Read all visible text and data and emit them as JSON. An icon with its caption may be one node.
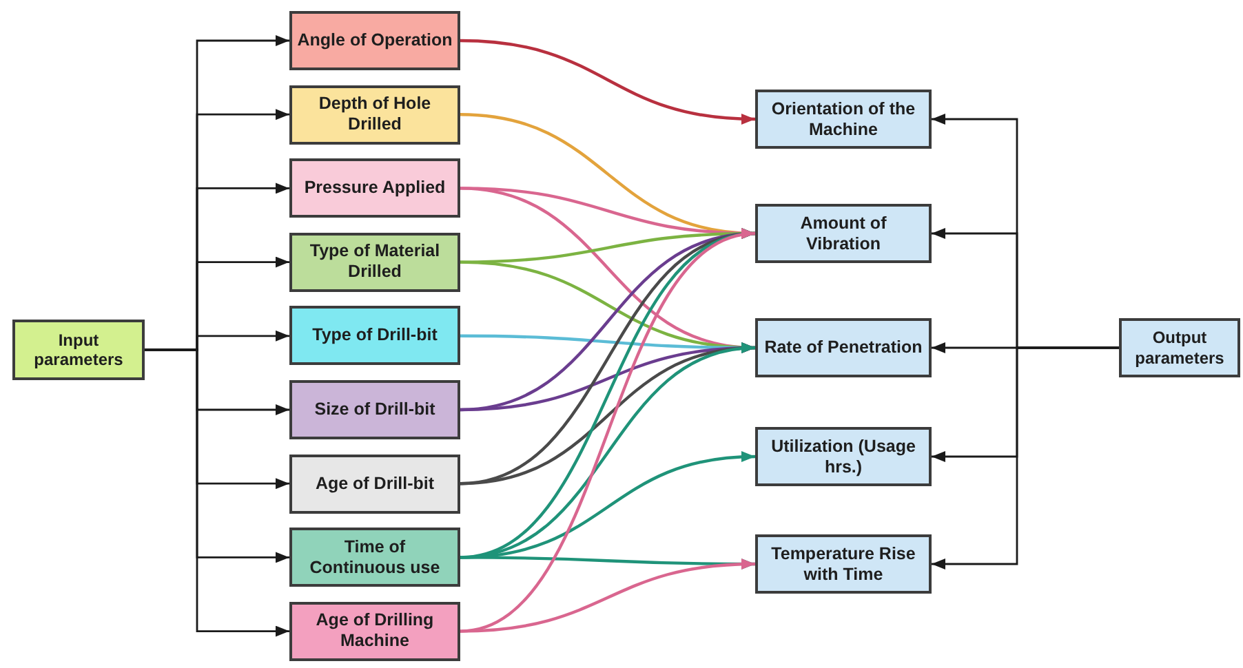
{
  "diagram": {
    "nodes": [
      {
        "text": [
          "Input parameters"
        ]
      },
      {
        "text": [
          "Angle of Operation"
        ]
      },
      {
        "text": [
          "Depth of Hole Drilled"
        ]
      },
      {
        "text": [
          "Pressure Applied"
        ]
      },
      {
        "text": [
          "Type of Material Drilled"
        ]
      },
      {
        "text": [
          "Type of Drill-bit"
        ]
      },
      {
        "text": [
          "Size of Drill-bit"
        ]
      },
      {
        "text": [
          "Age of Drill-bit"
        ]
      },
      {
        "text": [
          "Time of Continuous use"
        ]
      },
      {
        "text": [
          "Age of Drilling Machine"
        ]
      },
      {
        "text": [
          "Orientation of the Machine"
        ]
      },
      {
        "text": [
          "Amount of Vibration"
        ]
      },
      {
        "text": [
          "Rate of Penetration"
        ]
      },
      {
        "text": [
          "Utilization (Usage hrs.)"
        ]
      },
      {
        "text": [
          "Temperature Rise with Time"
        ]
      },
      {
        "text": [
          "Output parameters"
        ]
      }
    ],
    "edges": [
      {
        "from": 0,
        "to": 1,
        "arrow": "to"
      },
      {
        "from": 0,
        "to": 2,
        "arrow": "to"
      },
      {
        "from": 0,
        "to": 3,
        "arrow": "to"
      },
      {
        "from": 0,
        "to": 4,
        "arrow": "to"
      },
      {
        "from": 0,
        "to": 5,
        "arrow": "to"
      },
      {
        "from": 0,
        "to": 6,
        "arrow": "to"
      },
      {
        "from": 0,
        "to": 7,
        "arrow": "to"
      },
      {
        "from": 0,
        "to": 8,
        "arrow": "to"
      },
      {
        "from": 0,
        "to": 9,
        "arrow": "to"
      },
      {
        "from": 15,
        "to": 10,
        "arrow": "to"
      },
      {
        "from": 15,
        "to": 11,
        "arrow": "to"
      },
      {
        "from": 15,
        "to": 12,
        "arrow": "to"
      },
      {
        "from": 15,
        "to": 13,
        "arrow": "to"
      },
      {
        "from": 15,
        "to": 14,
        "arrow": "to"
      },
      {
        "from": 1,
        "to": 10,
        "arrow": "to",
        "color": "#b8303f"
      },
      {
        "from": 2,
        "to": 11,
        "arrow": "to",
        "color": "#e3a33c"
      },
      {
        "from": 3,
        "to": 11,
        "arrow": "to",
        "color": "#d9668f"
      },
      {
        "from": 3,
        "to": 12,
        "arrow": "to",
        "color": "#d9668f"
      },
      {
        "from": 4,
        "to": 11,
        "arrow": "to",
        "color": "#7cb342"
      },
      {
        "from": 4,
        "to": 12,
        "arrow": "to",
        "color": "#7cb342"
      },
      {
        "from": 5,
        "to": 12,
        "arrow": "to",
        "color": "#5bbcd6"
      },
      {
        "from": 6,
        "to": 11,
        "arrow": "to",
        "color": "#6a3d8f"
      },
      {
        "from": 6,
        "to": 12,
        "arrow": "to",
        "color": "#6a3d8f"
      },
      {
        "from": 7,
        "to": 11,
        "arrow": "to",
        "color": "#4a4a4a"
      },
      {
        "from": 7,
        "to": 12,
        "arrow": "to",
        "color": "#4a4a4a"
      },
      {
        "from": 8,
        "to": 11,
        "arrow": "to",
        "color": "#1f9379"
      },
      {
        "from": 8,
        "to": 12,
        "arrow": "to",
        "color": "#1f9379"
      },
      {
        "from": 8,
        "to": 13,
        "arrow": "to",
        "color": "#1f9379"
      },
      {
        "from": 8,
        "to": 14,
        "arrow": "to",
        "color": "#1f9379"
      },
      {
        "from": 9,
        "to": 11,
        "arrow": "to",
        "color": "#d9668f"
      },
      {
        "from": 9,
        "to": 14,
        "arrow": "to",
        "color": "#d9668f"
      }
    ]
  }
}
